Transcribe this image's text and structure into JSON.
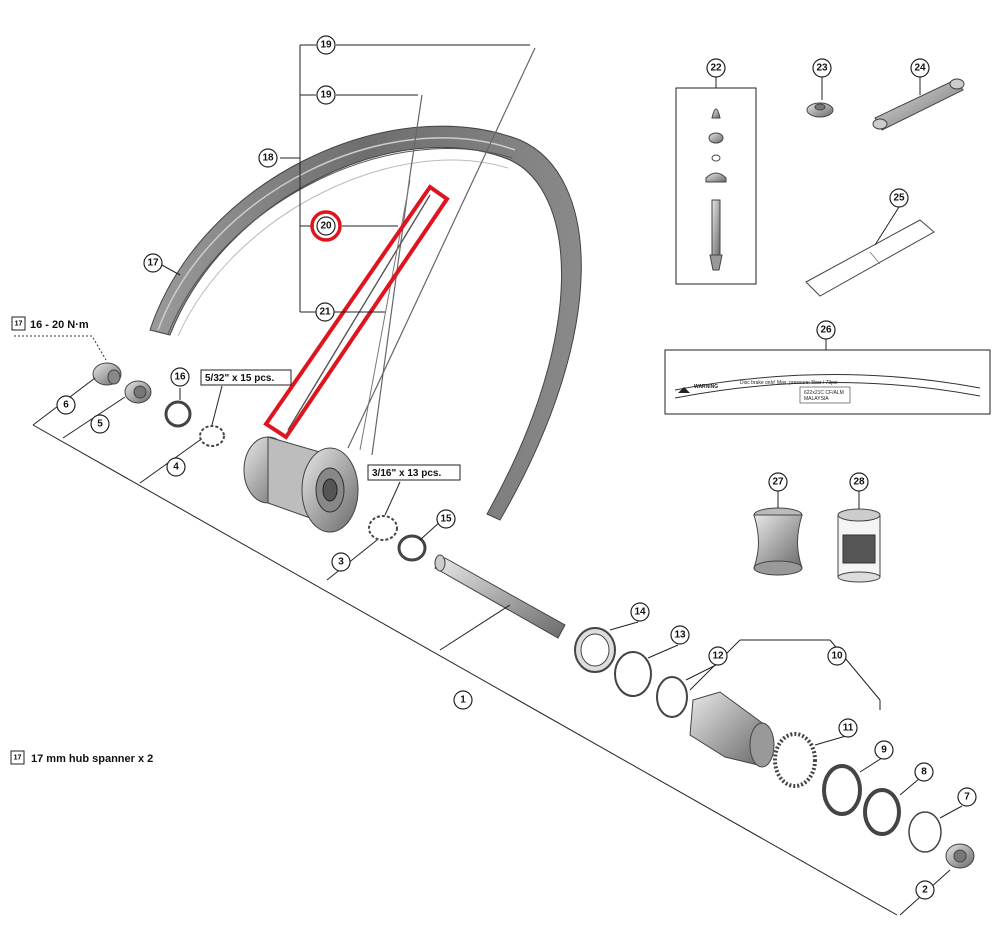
{
  "torque_note": {
    "icon": "torque-wrench-icon",
    "text": "16 - 20 N·m"
  },
  "tool_note": {
    "icon": "hub-spanner-icon",
    "text": "17 mm hub spanner x 2"
  },
  "ball_labels": {
    "small_balls": "5/32\" x 15 pcs.",
    "large_balls": "3/16\" x 13 pcs."
  },
  "rim_sticker": {
    "warning": "WARNING",
    "text": "Disc brake only!  Max. pressure: 5bar / 73psi",
    "code_line1": "622x21C CF/ALM",
    "code_line2": "MALAYSIA"
  },
  "callouts": {
    "c1": "1",
    "c2": "2",
    "c3": "3",
    "c4": "4",
    "c5": "5",
    "c6": "6",
    "c7": "7",
    "c8": "8",
    "c9": "9",
    "c10": "10",
    "c11": "11",
    "c12": "12",
    "c13": "13",
    "c14": "14",
    "c15": "15",
    "c16": "16",
    "c17": "17",
    "c18": "18",
    "c19a": "19",
    "c19b": "19",
    "c20": "20",
    "c21": "21",
    "c22": "22",
    "c23": "23",
    "c24": "24",
    "c25": "25",
    "c26": "26",
    "c27": "27",
    "c28": "28"
  },
  "highlight": {
    "part": "20",
    "color": "#e0141e"
  },
  "colors": {
    "rim": "#777777",
    "parts": "#aaaaaa",
    "line": "#222222"
  }
}
